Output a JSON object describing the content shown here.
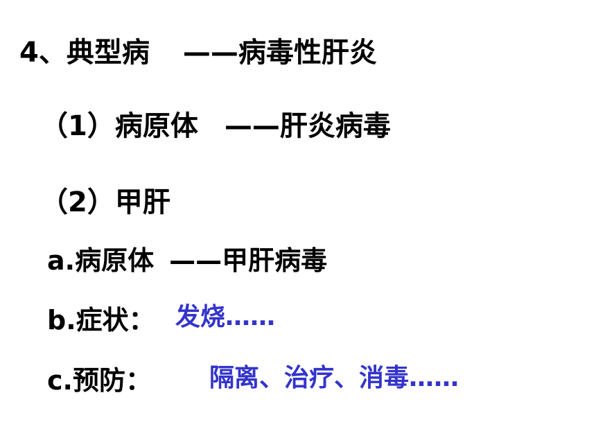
{
  "heading": {
    "label": "4、典型病",
    "dash": "——",
    "topic": "病毒性肝炎"
  },
  "pathogen": {
    "label": "（1）病原体",
    "dash": "——",
    "value": "肝炎病毒"
  },
  "hepatitis_a": {
    "label": "（2）甲肝"
  },
  "item_a": {
    "label": "a.病原体",
    "dash": "——",
    "value": "甲肝病毒"
  },
  "item_b": {
    "label": "b.症状：",
    "value": "发烧……"
  },
  "item_c": {
    "label": "c.预防：",
    "value": "隔离、治疗、消毒……"
  },
  "colors": {
    "text": "#000000",
    "highlight": "#3333cc",
    "background": "#ffffff"
  }
}
